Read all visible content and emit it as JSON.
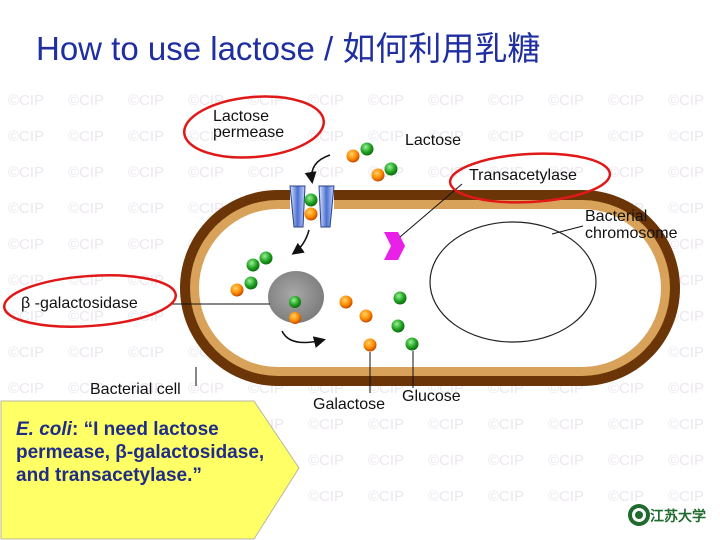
{
  "title": "How to use lactose  /  如何利用乳糖",
  "watermark": "©CIP",
  "labels": {
    "lactose_permease": [
      "Lactose",
      "permease"
    ],
    "lactose": "Lactose",
    "transacetylase": "Transacetylase",
    "bacterial_chromosome": [
      "Bacterial",
      "chromosome"
    ],
    "beta_galactosidase": "β -galactosidase",
    "bacterial_cell": "Bacterial cell",
    "galactose": "Galactose",
    "glucose": "Glucose"
  },
  "callout": {
    "organism": "E. coli",
    "text": ":  “I need lactose permease, β-galactosidase, and transacetylase.”"
  },
  "logo": {
    "text": "江苏大学"
  },
  "colors": {
    "title": "#1f2ea0",
    "cell_wall": "#6b3508",
    "galactose": "#ff8c00",
    "glucose": "#1fa51f",
    "transacetylase": "#e820e8",
    "permease": "#4a6fd0",
    "highlight": "#e01818",
    "callout": "#ffff66"
  }
}
